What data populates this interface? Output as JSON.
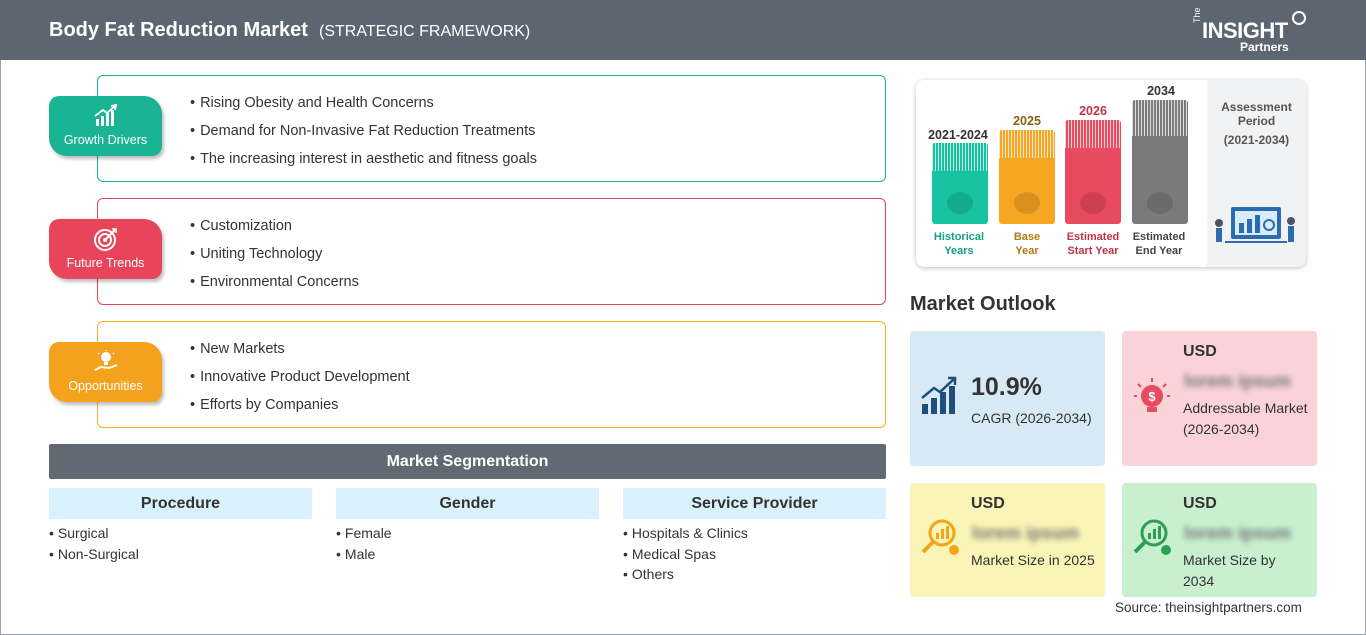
{
  "header": {
    "title": "Body Fat Reduction Market",
    "subtitle": "(STRATEGIC FRAMEWORK)",
    "logo_the": "The",
    "logo_insight": "INSIGHT",
    "logo_partners": "Partners"
  },
  "framework": [
    {
      "label": "Growth Drivers",
      "color": "#1ab394",
      "icon": "growth-chart-icon",
      "items": [
        "Rising Obesity and Health Concerns",
        "Demand for Non-Invasive Fat Reduction Treatments",
        "The increasing interest in aesthetic and fitness goals"
      ]
    },
    {
      "label": "Future Trends",
      "color": "#e8455a",
      "icon": "target-icon",
      "items": [
        "Customization",
        "Uniting Technology",
        "Environmental Concerns"
      ]
    },
    {
      "label": "Opportunities",
      "color": "#f4a21d",
      "icon": "lightbulb-hand-icon",
      "items": [
        "New Markets",
        "Innovative Product Development",
        "Efforts by Companies"
      ]
    }
  ],
  "segmentation": {
    "title": "Market Segmentation",
    "columns": [
      {
        "heading": "Procedure",
        "items": [
          "Surgical",
          "Non-Surgical"
        ]
      },
      {
        "heading": "Gender",
        "items": [
          "Female",
          "Male"
        ]
      },
      {
        "heading": "Service Provider",
        "items": [
          "Hospitals & Clinics",
          "Medical Spas",
          "Others"
        ]
      }
    ]
  },
  "timeline": {
    "bars": [
      {
        "year": "2021-2024",
        "label_line1": "Historical",
        "label_line2": "Years",
        "color": "#17c3a0",
        "text_color": "#159f83"
      },
      {
        "year": "2025",
        "label_line1": "Base",
        "label_line2": "Year",
        "color": "#f6a623",
        "text_color": "#b07a13"
      },
      {
        "year": "2026",
        "label_line1": "Estimated",
        "label_line2": "Start Year",
        "color": "#e84a5f",
        "text_color": "#c0344a"
      },
      {
        "year": "2034",
        "label_line1": "Estimated",
        "label_line2": "End Year",
        "color": "#7a7a7a",
        "text_color": "#444444"
      }
    ],
    "assessment_title": "Assessment Period",
    "assessment_period": "(2021-2034)"
  },
  "outlook": {
    "title": "Market Outlook",
    "cagr_value": "10.9%",
    "cagr_label": "CAGR (2026-2034)",
    "addressable_usd": "USD",
    "addressable_value": "lorem ipsum",
    "addressable_label": "Addressable Market (2026-2034)",
    "size2025_usd": "USD",
    "size2025_value": "lorem ipsum",
    "size2025_label": "Market Size in 2025",
    "size2034_usd": "USD",
    "size2034_value": "lorem ipsum",
    "size2034_label": "Market Size by 2034"
  },
  "source": "Source: theinsightpartners.com"
}
